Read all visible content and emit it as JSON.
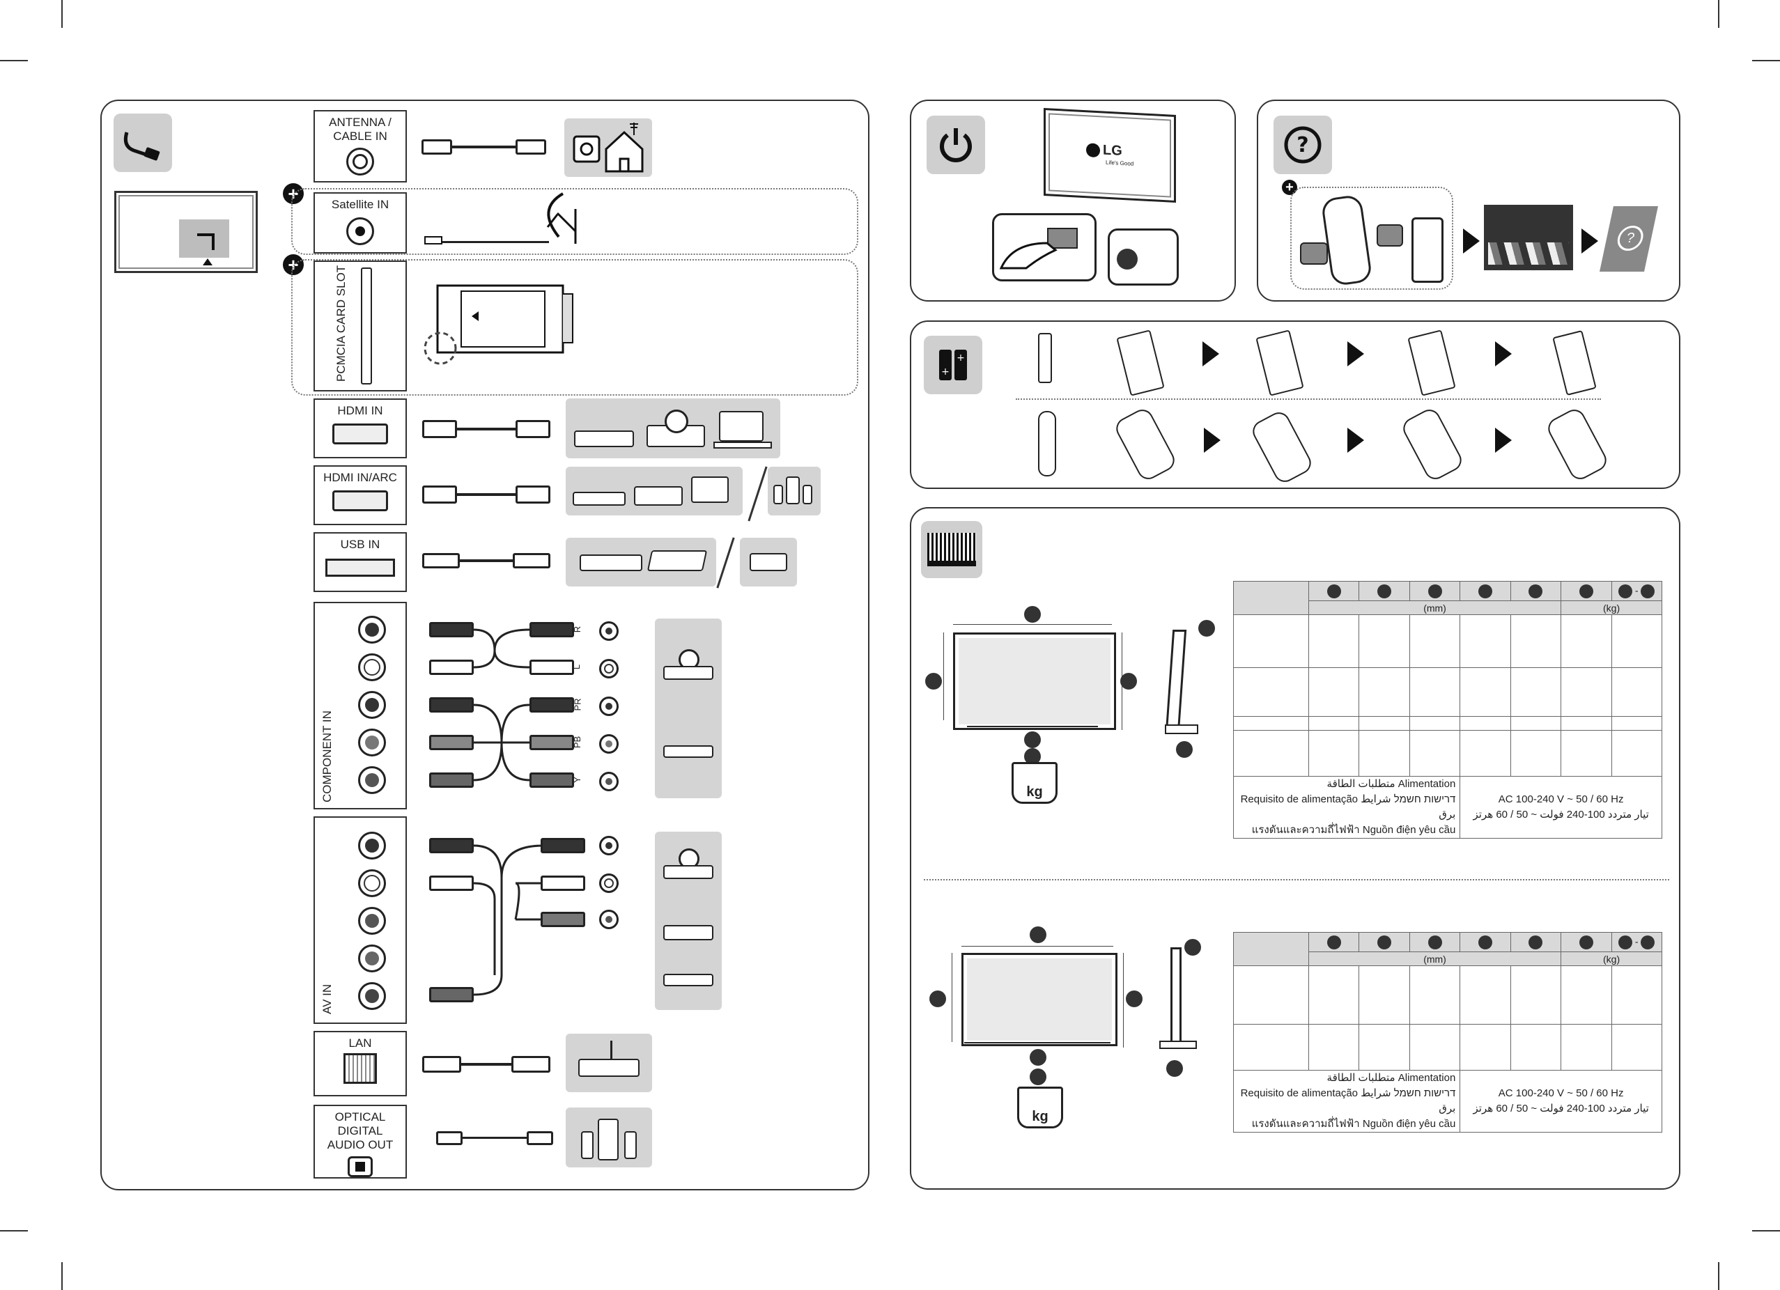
{
  "ports": {
    "antenna": "ANTENNA /\nCABLE IN",
    "satellite": "Satellite IN",
    "pcmcia": "PCMCIA CARD SLOT",
    "hdmi": "HDMI IN",
    "hdmi_arc": "HDMI IN/ARC",
    "usb": "USB IN",
    "component": "COMPONENT IN",
    "av": "AV IN",
    "lan": "LAN",
    "optical": "OPTICAL DIGITAL\nAUDIO OUT"
  },
  "component_labels": [
    "R",
    "L",
    "PR",
    "PB",
    "Y"
  ],
  "tv_logo": "LG",
  "tv_slogan": "Life's Good",
  "spec_tables": [
    {
      "unit_mm": "(mm)",
      "unit_kg": "(kg)",
      "power_labels": [
        "متطلبات الطاقة  Alimentation",
        "Requisito de alimentação  דרישות חשמל  شرایط برق",
        "แรงดันและความถี่ไฟฟ้า  Nguồn điện yêu cầu"
      ],
      "power_values": [
        "AC 100-240 V ~ 50 / 60 Hz",
        "تيار متردد 100-240 فولت ~ 50 / 60 هرتز"
      ]
    },
    {
      "unit_mm": "(mm)",
      "unit_kg": "(kg)",
      "power_labels": [
        "متطلبات الطاقة  Alimentation",
        "Requisito de alimentação  דרישות חשמל  شرایط برق",
        "แรงดันและความถี่ไฟฟ้า  Nguồn điện yêu cầu"
      ],
      "power_values": [
        "AC 100-240 V ~ 50 / 60 Hz",
        "تيار متردد 100-240 فولت ~ 50 / 60 هرتز"
      ]
    }
  ],
  "weight_unit": "kg",
  "colors": {
    "tile": "#cfcfcf",
    "panel_border": "#333333",
    "device_bg": "#d4d4d4"
  }
}
